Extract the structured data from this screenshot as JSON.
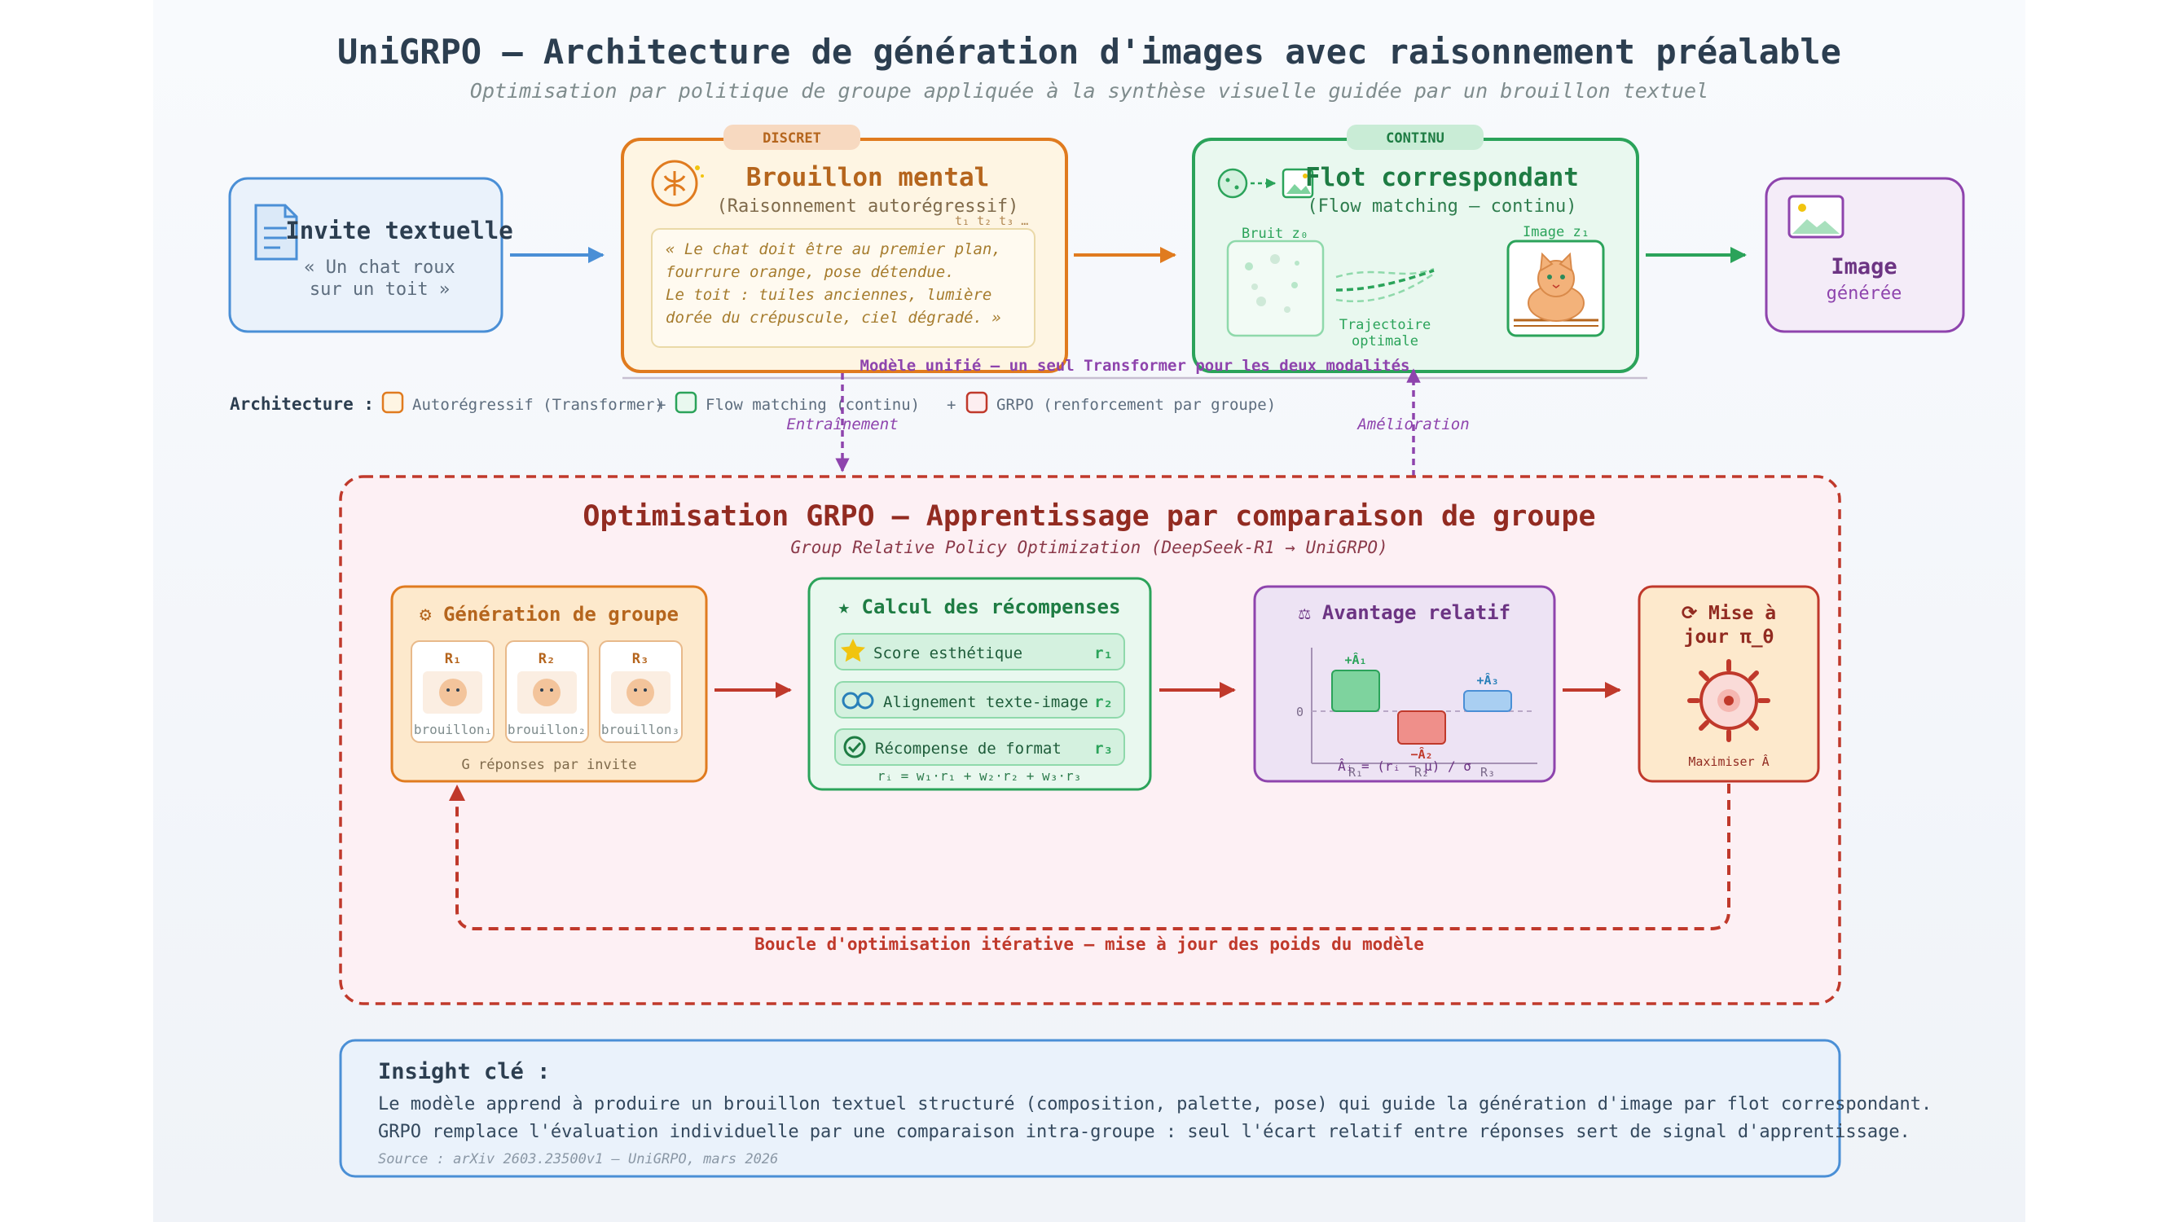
{
  "title": "UniGRPO — Architecture de génération d'images avec raisonnement préalable",
  "subtitle": "Optimisation par politique de groupe appliquée à la synthèse visuelle guidée par un brouillon textuel",
  "prompt_box": {
    "title": "Invite textuelle",
    "line1": "« Un chat roux",
    "line2": "sur un toit »"
  },
  "draft_box": {
    "tag": "DISCRET",
    "title": "Brouillon mental",
    "subtitle": "(Raisonnement autorégressif)",
    "tokens": "t₁ t₂ t₃ …",
    "lines": [
      "« Le chat doit être au premier plan,",
      "fourrure orange, pose détendue.",
      "Le toit : tuiles anciennes, lumière",
      "dorée du crépuscule, ciel dégradé. »"
    ]
  },
  "flow_box": {
    "tag": "CONTINU",
    "title": "Flot correspondant",
    "subtitle": "(Flow matching — continu)",
    "noise_label": "Bruit z₀",
    "image_label": "Image z₁",
    "trajectory_line1": "Trajectoire",
    "trajectory_line2": "optimale"
  },
  "output_box": {
    "title": "Image",
    "subtitle": "générée"
  },
  "unified_label": "Modèle unifié — un seul Transformer pour les deux modalités",
  "legend": {
    "label": "Architecture :",
    "items": [
      {
        "text": "Autorégressif (Transformer)",
        "color": "#e07b1f"
      },
      {
        "text": "Flow matching (continu)",
        "color": "#2ba35a"
      },
      {
        "text": "GRPO (renforcement par groupe)",
        "color": "#c0392b"
      }
    ],
    "plus": "+"
  },
  "training_label": "Entraînement",
  "improvement_label": "Amélioration",
  "grpo": {
    "title": "Optimisation GRPO — Apprentissage par comparaison de groupe",
    "subtitle": "Group Relative Policy Optimization (DeepSeek-R1 → UniGRPO)",
    "group_gen": {
      "title": "⚙ Génération de groupe",
      "cards": [
        {
          "label": "R₁",
          "caption": "brouillon₁"
        },
        {
          "label": "R₂",
          "caption": "brouillon₂"
        },
        {
          "label": "R₃",
          "caption": "brouillon₃"
        }
      ],
      "footer": "G réponses par invite"
    },
    "rewards": {
      "title": "★ Calcul des récompenses",
      "items": [
        {
          "label": "Score esthétique",
          "symbol": "r₁"
        },
        {
          "label": "Alignement texte-image",
          "symbol": "r₂"
        },
        {
          "label": "Récompense de format",
          "symbol": "r₃"
        }
      ],
      "formula": "rᵢ = w₁·r₁ + w₂·r₂ + w₃·r₃"
    },
    "advantage": {
      "title": "⚖ Avantage relatif",
      "bar_labels": [
        "+Â₁",
        "−Â₂",
        "+Â₃"
      ],
      "bar_values": [
        1.0,
        -0.8,
        0.5
      ],
      "zero": "0",
      "x_labels": [
        "R₁",
        "R₂",
        "R₃"
      ],
      "formula": "Âᵢ = (rᵢ − μ) / σ"
    },
    "update": {
      "title_line1": "⟳ Mise à",
      "title_line2": "jour π_θ",
      "footer": "Maximiser Â"
    },
    "loop_label": "Boucle d'optimisation itérative — mise à jour des poids du modèle"
  },
  "insight": {
    "title": "Insight clé :",
    "line1": "Le modèle apprend à produire un brouillon textuel structuré (composition, palette, pose) qui guide la génération d'image par flot correspondant.",
    "line2": "GRPO remplace l'évaluation individuelle par une comparaison intra-groupe : seul l'écart relatif entre réponses sert de signal d'apprentissage.",
    "source": "Source : arXiv 2603.23500v1 — UniGRPO, mars 2026"
  }
}
